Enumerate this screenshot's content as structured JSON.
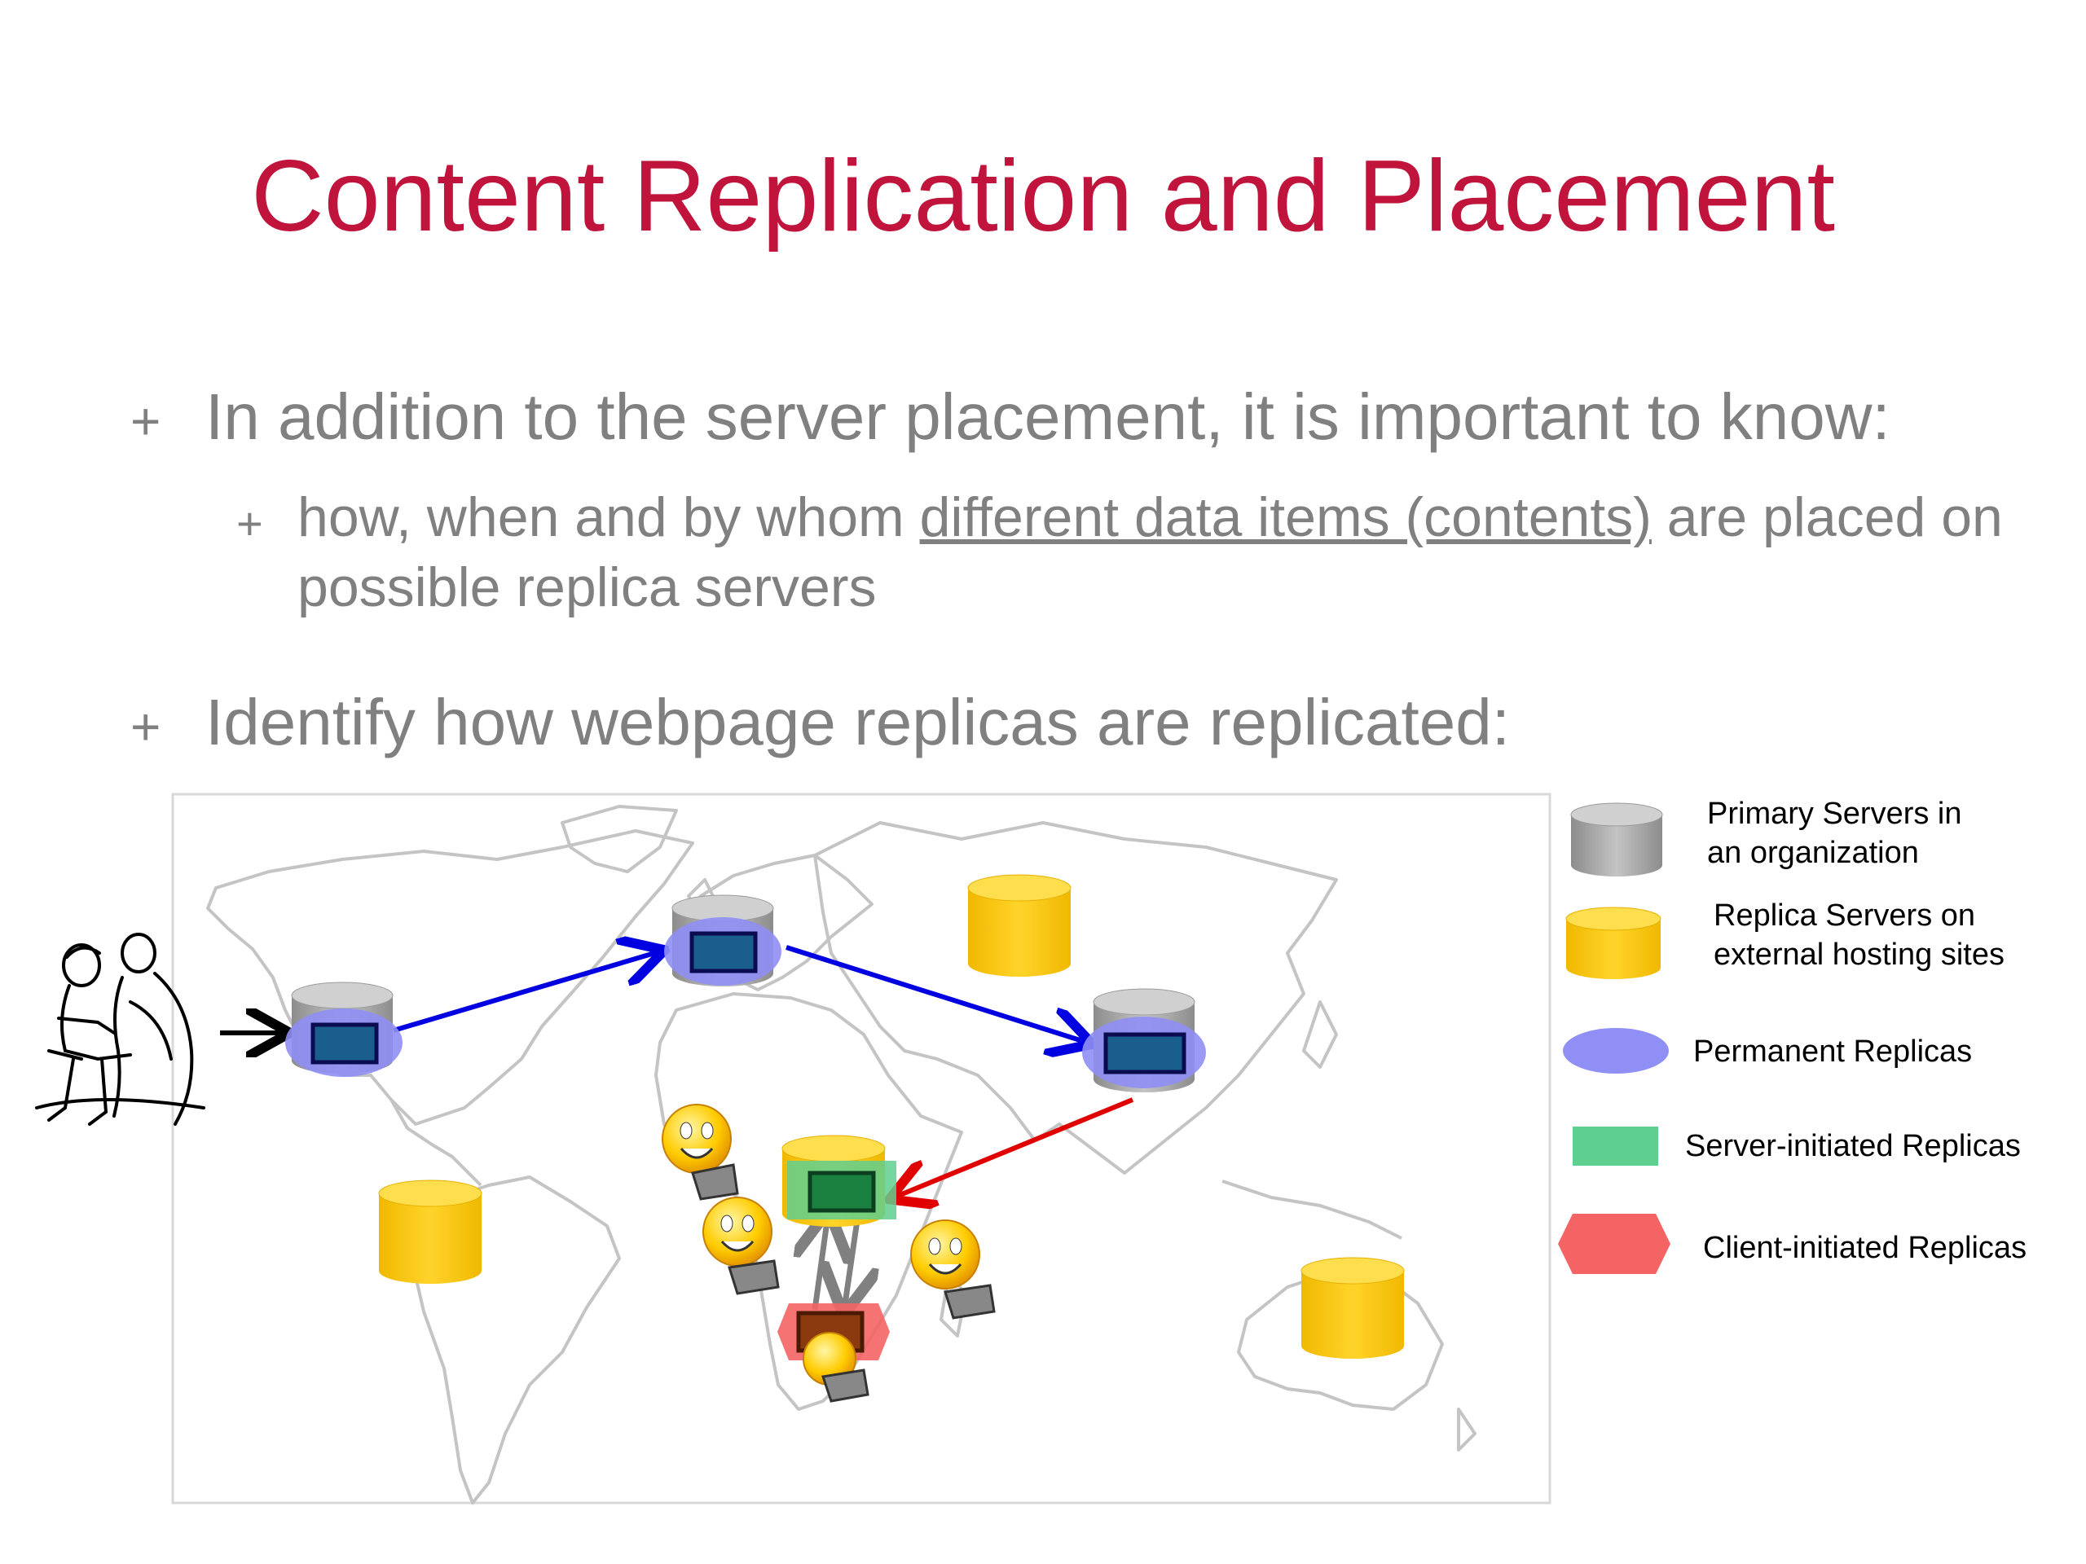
{
  "slide": {
    "title": "Content Replication and Placement",
    "bullet1": "In addition to the server placement, it is important to know:",
    "sub1_pre": "how, when and by whom ",
    "sub1_link": "different data items (contents)",
    "sub1_post": " are placed on possible replica servers",
    "bullet2": "Identify how webpage replicas are replicated:",
    "bullet_marker": "+"
  },
  "legend": {
    "primary": "Primary Servers in\nan organization",
    "replica": "Replica Servers on\nexternal hosting sites",
    "permanent": "Permanent Replicas",
    "server_initiated": "Server-initiated Replicas",
    "client_initiated": "Client-initiated Replicas"
  },
  "colors": {
    "title": "#c0143c",
    "bullets": "#808080",
    "primary_server": "#a6a6a6",
    "replica_server": "#ffcc00",
    "permanent_replica": "#8f8ff5",
    "server_initiated": "#5fcf8f",
    "client_initiated": "#f46464",
    "arrow_primary": "#0000e0",
    "arrow_server_initiated": "#e00000",
    "arrow_client": "#808080"
  }
}
